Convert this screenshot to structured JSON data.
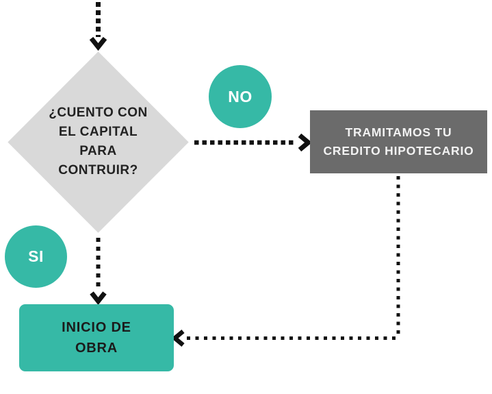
{
  "colors": {
    "teal": "#36b9a6",
    "diamond_fill": "#d9d9d9",
    "dark_box_fill": "#6b6b6b",
    "connector": "#111111",
    "background": "#ffffff",
    "diamond_text": "#222222",
    "dark_box_text": "#f2f2f2",
    "badge_text": "#ffffff",
    "teal_box_text": "#1b1b1b"
  },
  "flowchart": {
    "decision": {
      "label": "¿CUENTO CON\nEL CAPITAL\nPARA\nCONTRUIR?"
    },
    "no_badge": {
      "label": "NO"
    },
    "si_badge": {
      "label": "SI"
    },
    "no_process": {
      "label": "TRAMITAMOS TU\nCREDITO HIPOTECARIO"
    },
    "si_process": {
      "label": "INICIO DE\nOBRA"
    }
  }
}
